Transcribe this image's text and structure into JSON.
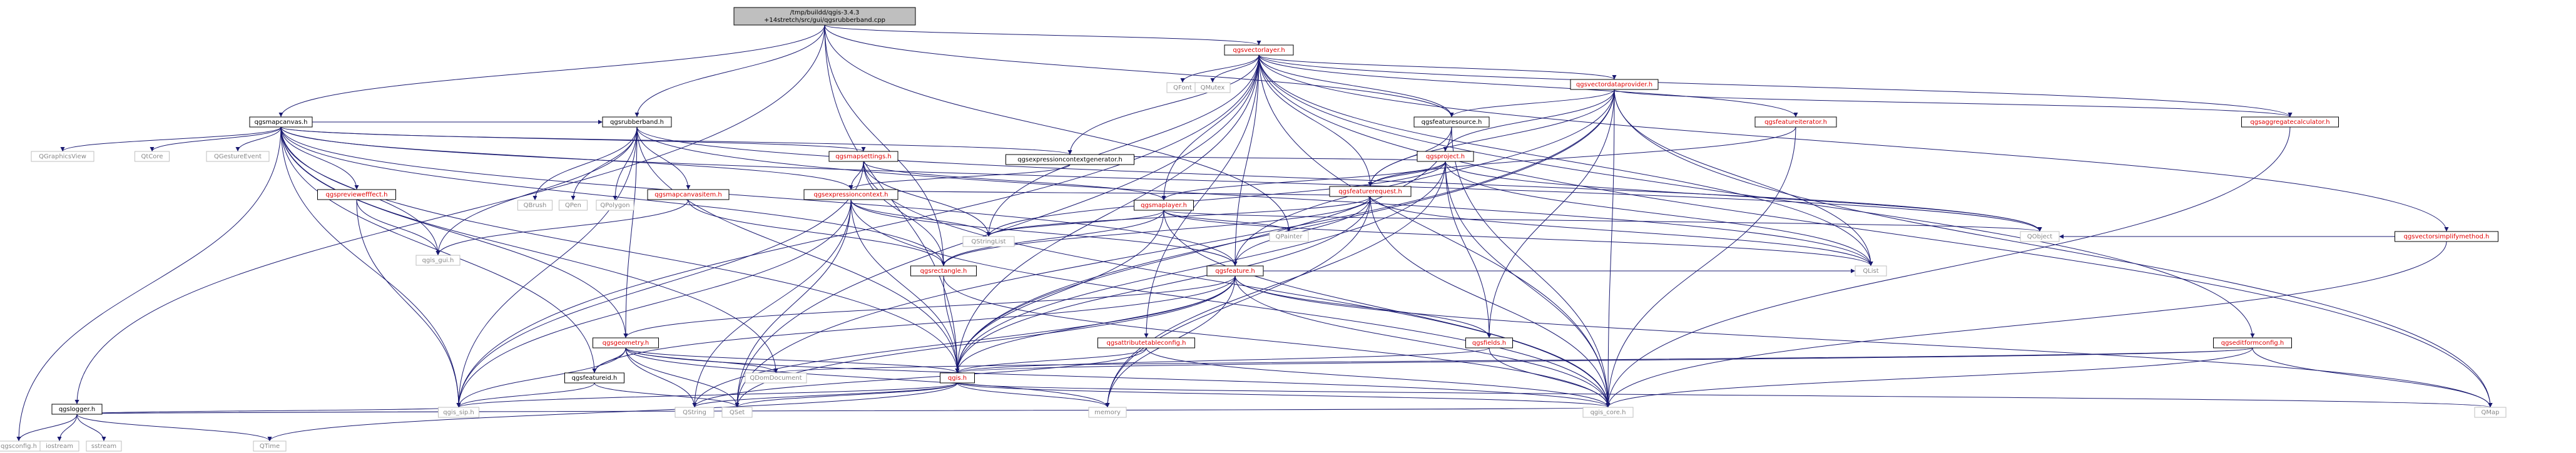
{
  "graph": {
    "nodes": {
      "root": {
        "label": [
          "/tmp/buildd/qgis-3.4.3",
          "+14stretch/src/gui/qgsrubberband.cpp"
        ],
        "kind": "root"
      },
      "qgsvectorlayer": {
        "label": [
          "qgsvectorlayer.h"
        ],
        "kind": "link"
      },
      "qgsmapcanvas": {
        "label": [
          "qgsmapcanvas.h"
        ],
        "kind": "doc"
      },
      "qgsrubberband": {
        "label": [
          "qgsrubberband.h"
        ],
        "kind": "doc"
      },
      "qgslogger": {
        "label": [
          "qgslogger.h"
        ],
        "kind": "doc"
      },
      "qgsvectordataprovider": {
        "label": [
          "qgsvectordataprovider.h"
        ],
        "kind": "link"
      },
      "qgsfeaturesource": {
        "label": [
          "qgsfeaturesource.h"
        ],
        "kind": "doc"
      },
      "qgsproject": {
        "label": [
          "qgsproject.h"
        ],
        "kind": "link"
      },
      "qgsfeatureiterator": {
        "label": [
          "qgsfeatureiterator.h"
        ],
        "kind": "link"
      },
      "qgsfeaturerequest": {
        "label": [
          "qgsfeaturerequest.h"
        ],
        "kind": "link"
      },
      "qgsaggregatecalculator": {
        "label": [
          "qgsaggregatecalculator.h"
        ],
        "kind": "link"
      },
      "qgsvectorsimplifymethod": {
        "label": [
          "qgsvectorsimplifymethod.h"
        ],
        "kind": "link"
      },
      "qgseditformconfig": {
        "label": [
          "qgseditformconfig.h"
        ],
        "kind": "link"
      },
      "qgsexpressioncontextgenerator": {
        "label": [
          "qgsexpressioncontextgenerator.h"
        ],
        "kind": "doc"
      },
      "qgsmapsettings": {
        "label": [
          "qgsmapsettings.h"
        ],
        "kind": "link"
      },
      "qgsexpressioncontext": {
        "label": [
          "qgsexpressioncontext.h"
        ],
        "kind": "link"
      },
      "qgsmaplayer": {
        "label": [
          "qgsmaplayer.h"
        ],
        "kind": "link"
      },
      "qgsmapcanvasitem": {
        "label": [
          "qgsmapcanvasitem.h"
        ],
        "kind": "link"
      },
      "qgspreviewefffect": {
        "label": [
          "qgspreviewefffect.h"
        ],
        "kind": "link"
      },
      "qgsrectangle": {
        "label": [
          "qgsrectangle.h"
        ],
        "kind": "link"
      },
      "qgsfeature": {
        "label": [
          "qgsfeature.h"
        ],
        "kind": "link"
      },
      "qgsattributetableconfig": {
        "label": [
          "qgsattributetableconfig.h"
        ],
        "kind": "link"
      },
      "qgsfields": {
        "label": [
          "qgsfields.h"
        ],
        "kind": "link"
      },
      "qgsgeometry": {
        "label": [
          "qgsgeometry.h"
        ],
        "kind": "link"
      },
      "qgsfeatureid": {
        "label": [
          "qgsfeatureid.h"
        ],
        "kind": "doc"
      },
      "qgis": {
        "label": [
          "qgis.h"
        ],
        "kind": "link"
      },
      "qgis_gui": {
        "label": [
          "qgis_gui.h"
        ],
        "kind": "ext"
      },
      "qgis_sip": {
        "label": [
          "qgis_sip.h"
        ],
        "kind": "ext"
      },
      "qgis_core": {
        "label": [
          "qgis_core.h"
        ],
        "kind": "ext"
      },
      "qgsconfig": {
        "label": [
          "qgsconfig.h"
        ],
        "kind": "ext"
      },
      "iostream": {
        "label": [
          "iostream"
        ],
        "kind": "ext"
      },
      "sstream": {
        "label": [
          "sstream"
        ],
        "kind": "ext"
      },
      "QTime": {
        "label": [
          "QTime"
        ],
        "kind": "ext"
      },
      "QString": {
        "label": [
          "QString"
        ],
        "kind": "ext"
      },
      "QSet": {
        "label": [
          "QSet"
        ],
        "kind": "ext"
      },
      "memory": {
        "label": [
          "memory"
        ],
        "kind": "ext"
      },
      "QMap": {
        "label": [
          "QMap"
        ],
        "kind": "ext"
      },
      "QList": {
        "label": [
          "QList"
        ],
        "kind": "ext"
      },
      "QObject": {
        "label": [
          "QObject"
        ],
        "kind": "ext"
      },
      "QPainter": {
        "label": [
          "QPainter"
        ],
        "kind": "ext"
      },
      "QStringList": {
        "label": [
          "QStringList"
        ],
        "kind": "ext"
      },
      "QDomDocument": {
        "label": [
          "QDomDocument"
        ],
        "kind": "ext"
      },
      "QFont": {
        "label": [
          "QFont"
        ],
        "kind": "ext"
      },
      "QMutex": {
        "label": [
          "QMutex"
        ],
        "kind": "ext"
      },
      "QGraphicsView": {
        "label": [
          "QGraphicsView"
        ],
        "kind": "ext"
      },
      "QtCore": {
        "label": [
          "QtCore"
        ],
        "kind": "ext"
      },
      "QGestureEvent": {
        "label": [
          "QGestureEvent"
        ],
        "kind": "ext"
      },
      "QBrush": {
        "label": [
          "QBrush"
        ],
        "kind": "ext"
      },
      "QPen": {
        "label": [
          "QPen"
        ],
        "kind": "ext"
      },
      "QPolygon": {
        "label": [
          "QPolygon"
        ],
        "kind": "ext"
      }
    },
    "edges": [
      [
        "root",
        "qgsvectorlayer"
      ],
      [
        "root",
        "qgsmapcanvas"
      ],
      [
        "root",
        "qgsrubberband"
      ],
      [
        "root",
        "qgslogger"
      ],
      [
        "root",
        "qgsrectangle"
      ],
      [
        "root",
        "QPainter"
      ],
      [
        "root",
        "qgis"
      ],
      [
        "root",
        "qgsfeaturesource"
      ],
      [
        "qgsvectorlayer",
        "qgsvectordataprovider"
      ],
      [
        "qgsvectorlayer",
        "qgsfeaturesource"
      ],
      [
        "qgsvectorlayer",
        "qgsfeatureiterator"
      ],
      [
        "qgsvectorlayer",
        "qgsfeaturerequest"
      ],
      [
        "qgsvectorlayer",
        "qgsaggregatecalculator"
      ],
      [
        "qgsvectorlayer",
        "qgsvectorsimplifymethod"
      ],
      [
        "qgsvectorlayer",
        "qgseditformconfig"
      ],
      [
        "qgsvectorlayer",
        "qgsexpressioncontextgenerator"
      ],
      [
        "qgsvectorlayer",
        "qgsmaplayer"
      ],
      [
        "qgsvectorlayer",
        "qgsfeature"
      ],
      [
        "qgsvectorlayer",
        "qgsattributetableconfig"
      ],
      [
        "qgsvectorlayer",
        "qgis"
      ],
      [
        "qgsvectorlayer",
        "qgis_core"
      ],
      [
        "qgsvectorlayer",
        "QMap"
      ],
      [
        "qgsvectorlayer",
        "QList"
      ],
      [
        "qgsvectorlayer",
        "QSet"
      ],
      [
        "qgsvectorlayer",
        "QStringList"
      ],
      [
        "qgsvectorlayer",
        "QFont"
      ],
      [
        "qgsvectorlayer",
        "QMutex"
      ],
      [
        "qgsvectorlayer",
        "qgis_sip"
      ],
      [
        "qgsmapcanvas",
        "qgsexpressioncontextgenerator"
      ],
      [
        "qgsmapcanvas",
        "qgsmapsettings"
      ],
      [
        "qgsmapcanvas",
        "qgsrubberband"
      ],
      [
        "qgsmapcanvas",
        "qgspreviewefffect"
      ],
      [
        "qgsmapcanvas",
        "qgsexpressioncontext"
      ],
      [
        "qgsmapcanvas",
        "qgsrectangle"
      ],
      [
        "qgsmapcanvas",
        "qgsfeature"
      ],
      [
        "qgsmapcanvas",
        "qgsgeometry"
      ],
      [
        "qgsmapcanvas",
        "qgsfeatureid"
      ],
      [
        "qgsmapcanvas",
        "qgis"
      ],
      [
        "qgsmapcanvas",
        "qgis_gui"
      ],
      [
        "qgsmapcanvas",
        "qgis_sip"
      ],
      [
        "qgsmapcanvas",
        "qgsconfig"
      ],
      [
        "qgsmapcanvas",
        "QDomDocument"
      ],
      [
        "qgsmapcanvas",
        "QGraphicsView"
      ],
      [
        "qgsmapcanvas",
        "QtCore"
      ],
      [
        "qgsmapcanvas",
        "QGestureEvent"
      ],
      [
        "qgsmapcanvas",
        "QObject"
      ],
      [
        "qgsrubberband",
        "qgsmapcanvasitem"
      ],
      [
        "qgsrubberband",
        "qgsgeometry"
      ],
      [
        "qgsrubberband",
        "qgis_gui"
      ],
      [
        "qgsrubberband",
        "qgis_sip"
      ],
      [
        "qgsrubberband",
        "qgis"
      ],
      [
        "qgsrubberband",
        "QBrush"
      ],
      [
        "qgsrubberband",
        "QPen"
      ],
      [
        "qgsrubberband",
        "QPolygon"
      ],
      [
        "qgsrubberband",
        "QObject"
      ],
      [
        "qgsrubberband",
        "QList"
      ],
      [
        "qgslogger",
        "qgis_core"
      ],
      [
        "qgslogger",
        "qgsconfig"
      ],
      [
        "qgslogger",
        "iostream"
      ],
      [
        "qgslogger",
        "sstream"
      ],
      [
        "qgslogger",
        "QTime"
      ],
      [
        "qgslogger",
        "qgis_sip"
      ],
      [
        "qgsvectordataprovider",
        "qgsfeaturesource"
      ],
      [
        "qgsvectordataprovider",
        "qgsproject"
      ],
      [
        "qgsvectordataprovider",
        "qgsfeaturerequest"
      ],
      [
        "qgsvectordataprovider",
        "qgsaggregatecalculator"
      ],
      [
        "qgsvectordataprovider",
        "qgsfeature"
      ],
      [
        "qgsvectordataprovider",
        "qgis"
      ],
      [
        "qgsvectordataprovider",
        "qgis_core"
      ],
      [
        "qgsvectordataprovider",
        "QMap"
      ],
      [
        "qgsvectordataprovider",
        "QSet"
      ],
      [
        "qgsvectordataprovider",
        "QList"
      ],
      [
        "qgsvectordataprovider",
        "qgsfields"
      ],
      [
        "qgsfeaturesource",
        "qgsfeaturerequest"
      ],
      [
        "qgsfeaturesource",
        "qgis_core"
      ],
      [
        "qgsfeaturesource",
        "qgis"
      ],
      [
        "qgsproject",
        "qgsexpressioncontextgenerator"
      ],
      [
        "qgsproject",
        "qgsfeaturerequest"
      ],
      [
        "qgsproject",
        "qgsmaplayer"
      ],
      [
        "qgsproject",
        "QObject"
      ],
      [
        "qgsproject",
        "QList"
      ],
      [
        "qgsproject",
        "QStringList"
      ],
      [
        "qgsproject",
        "qgis_core"
      ],
      [
        "qgsproject",
        "memory"
      ],
      [
        "qgsproject",
        "qgsfields"
      ],
      [
        "qgsproject",
        "qgis"
      ],
      [
        "qgsfeatureiterator",
        "qgsfeaturerequest"
      ],
      [
        "qgsfeatureiterator",
        "qgis_core"
      ],
      [
        "qgsfeaturerequest",
        "qgsexpressioncontext"
      ],
      [
        "qgsfeaturerequest",
        "qgsrectangle"
      ],
      [
        "qgsfeaturerequest",
        "qgsfeature"
      ],
      [
        "qgsfeaturerequest",
        "qgis"
      ],
      [
        "qgsfeaturerequest",
        "qgis_core"
      ],
      [
        "qgsfeaturerequest",
        "QList"
      ],
      [
        "qgsfeaturerequest",
        "memory"
      ],
      [
        "qgsfeaturerequest",
        "QStringList"
      ],
      [
        "qgsaggregatecalculator",
        "qgis_core"
      ],
      [
        "qgsvectorsimplifymethod",
        "QObject"
      ],
      [
        "qgsvectorsimplifymethod",
        "qgis_core"
      ],
      [
        "qgseditformconfig",
        "qgis"
      ],
      [
        "qgseditformconfig",
        "qgis_core"
      ],
      [
        "qgseditformconfig",
        "QMap"
      ],
      [
        "qgseditformconfig",
        "QDomDocument"
      ],
      [
        "qgsexpressioncontextgenerator",
        "qgsexpressioncontext"
      ],
      [
        "qgsmapsettings",
        "qgsexpressioncontext"
      ],
      [
        "qgsmapsettings",
        "qgsrectangle"
      ],
      [
        "qgsmapsettings",
        "qgsmaplayer"
      ],
      [
        "qgsmapsettings",
        "QStringList"
      ],
      [
        "qgsmapsettings",
        "qgis_core"
      ],
      [
        "qgsmapsettings",
        "qgis_sip"
      ],
      [
        "qgsexpressioncontext",
        "qgsfeature"
      ],
      [
        "qgsexpressioncontext",
        "qgis"
      ],
      [
        "qgsexpressioncontext",
        "QStringList"
      ],
      [
        "qgsexpressioncontext",
        "QSet"
      ],
      [
        "qgsexpressioncontext",
        "qgis_core"
      ],
      [
        "qgsexpressioncontext",
        "qgis_sip"
      ],
      [
        "qgsexpressioncontext",
        "QString"
      ],
      [
        "qgsmaplayer",
        "qgsrectangle"
      ],
      [
        "qgsmaplayer",
        "QObject"
      ],
      [
        "qgsmaplayer",
        "QPainter"
      ],
      [
        "qgsmaplayer",
        "QList"
      ],
      [
        "qgsmaplayer",
        "qgis"
      ],
      [
        "qgsmaplayer",
        "qgis_core"
      ],
      [
        "qgsmaplayer",
        "QStringList"
      ],
      [
        "qgsmapcanvasitem",
        "qgsrectangle"
      ],
      [
        "qgsmapcanvasitem",
        "qgis_gui"
      ],
      [
        "qgspreviewefffect",
        "qgis_gui"
      ],
      [
        "qgspreviewefffect",
        "qgis_sip"
      ],
      [
        "qgsrectangle",
        "qgis_core"
      ],
      [
        "qgsrectangle",
        "qgis"
      ],
      [
        "qgsfeature",
        "qgsfields"
      ],
      [
        "qgsfeature",
        "qgsgeometry"
      ],
      [
        "qgsfeature",
        "qgsfeatureid"
      ],
      [
        "qgsfeature",
        "qgis"
      ],
      [
        "qgsfeature",
        "qgis_core"
      ],
      [
        "qgsfeature",
        "QMap"
      ],
      [
        "qgsfeature",
        "QList"
      ],
      [
        "qgsfeature",
        "QSet"
      ],
      [
        "qgsfeature",
        "memory"
      ],
      [
        "qgsfeature",
        "QString"
      ],
      [
        "qgsattributetableconfig",
        "qgis"
      ],
      [
        "qgsattributetableconfig",
        "qgis_core"
      ],
      [
        "qgsattributetableconfig",
        "QString"
      ],
      [
        "qgsfields",
        "qgis"
      ],
      [
        "qgsfields",
        "qgis_core"
      ],
      [
        "qgsgeometry",
        "qgsfeatureid"
      ],
      [
        "qgsgeometry",
        "qgis"
      ],
      [
        "qgsgeometry",
        "QDomDocument"
      ],
      [
        "qgsgeometry",
        "QSet"
      ],
      [
        "qgsgeometry",
        "QString"
      ],
      [
        "qgsgeometry",
        "qgis_core"
      ],
      [
        "qgsgeometry",
        "memory"
      ],
      [
        "qgsgeometry",
        "qgis_sip"
      ],
      [
        "qgsfeatureid",
        "qgis_sip"
      ],
      [
        "qgsfeatureid",
        "QSet"
      ],
      [
        "qgis",
        "qgis_core"
      ],
      [
        "qgis",
        "QString"
      ],
      [
        "qgis",
        "memory"
      ],
      [
        "qgis",
        "QMap"
      ],
      [
        "qgis",
        "QTime"
      ],
      [
        "qgis",
        "qgis_sip"
      ],
      [
        "qgis",
        "QSet"
      ]
    ]
  }
}
